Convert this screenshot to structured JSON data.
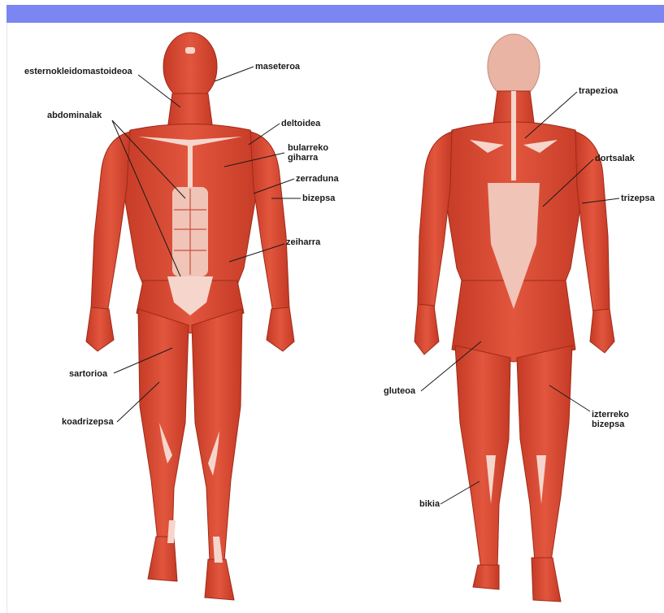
{
  "labels": {
    "front": {
      "esternokleido": "esternokleidomastoideoa",
      "maseteroa": "maseteroa",
      "abdominalak": "abdominalak",
      "deltoidea": "deltoidea",
      "bularreko": "bularreko\ngiharra",
      "zerraduna": "zerraduna",
      "bizepsa": "bizepsa",
      "zeiharra": "zeiharra",
      "sartorioa": "sartorioa",
      "koadrizepsa": "koadrizepsa"
    },
    "back": {
      "trapezioa": "trapezioa",
      "dortsalak": "dortsalak",
      "trizepsa": "trizepsa",
      "gluteoa": "gluteoa",
      "izterreko": "izterreko\nbizepsa",
      "bikia": "bikia"
    }
  },
  "colors": {
    "header_bar": "#7b86f2",
    "muscle": "#d9452f",
    "muscle_dark": "#b8321f",
    "tendon": "#f6d6cc"
  }
}
